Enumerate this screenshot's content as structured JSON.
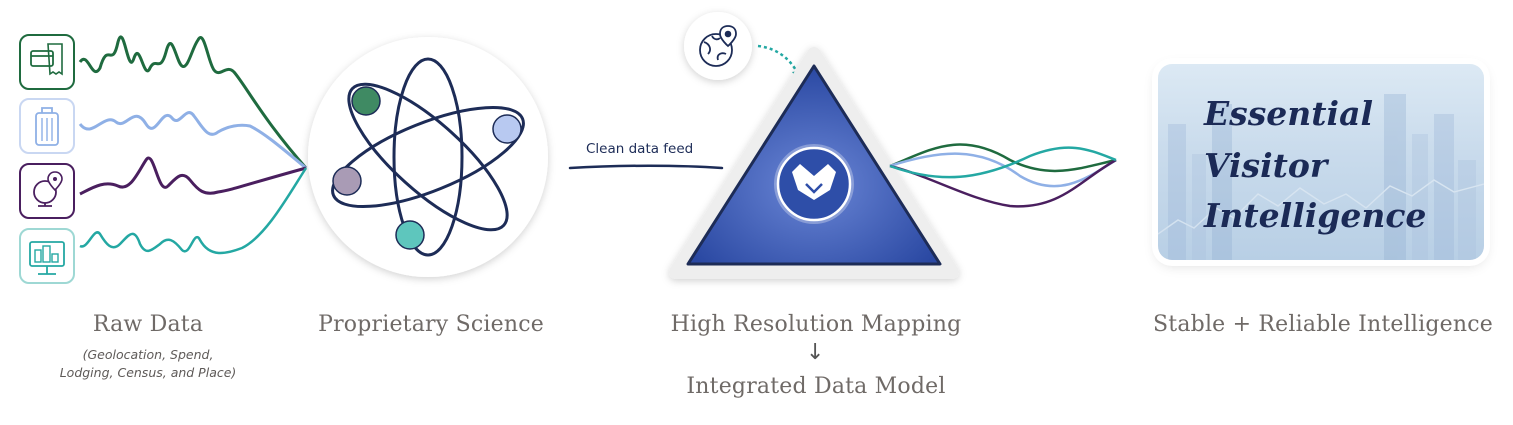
{
  "stages": {
    "raw_data": {
      "title": "Raw Data",
      "subtitle_line1": "(Geolocation, Spend,",
      "subtitle_line2": "Lodging, Census, and Place)"
    },
    "science": {
      "title": "Proprietary Science"
    },
    "mapping": {
      "title": "High Resolution Mapping",
      "arrow": "↓",
      "result": "Integrated Data Model"
    },
    "intelligence": {
      "title": "Stable + Reliable Intelligence"
    }
  },
  "feed": {
    "label": "Clean data feed"
  },
  "brand": {
    "line1": "Essential",
    "line2": "Visitor",
    "line3": "Intelligence"
  },
  "icons": {
    "raw_sources": [
      "credit-card-receipt-icon",
      "luggage-icon",
      "globe-pin-icon",
      "building-monitor-icon"
    ],
    "globe_badge": "world-map-pin-icon",
    "center": "fox-logo-icon"
  },
  "colors": {
    "green": "#1f6b3f",
    "light_blue": "#8fb0e6",
    "purple": "#4a1f5f",
    "teal": "#24a8a3",
    "navy": "#1d2c57",
    "royal_blue": "#2f4fa8",
    "label_gray": "#6f6a67"
  }
}
